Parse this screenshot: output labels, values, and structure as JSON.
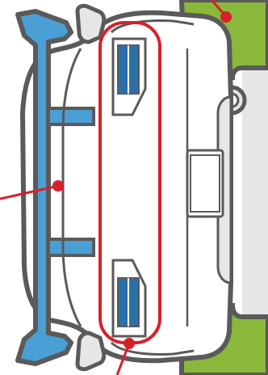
{
  "diagram": {
    "subject": "car-front-bumper-spoiler",
    "colors": {
      "body_fill": "#ffffff",
      "body_stroke": "#5a5a5a",
      "light_gray": "#e6e6e6",
      "mid_gray": "#cfcfcf",
      "spoiler_blue": "#4a9fd4",
      "spoiler_outline": "#5a5a5a",
      "tire_green": "#8ab83a",
      "callout_red": "#d6202b"
    },
    "callouts": [
      {
        "target": "rear-spoiler",
        "marker": "dot"
      },
      {
        "target": "front-wheel",
        "marker": "dot"
      },
      {
        "target": "front-bumper",
        "marker": "dot"
      }
    ]
  }
}
